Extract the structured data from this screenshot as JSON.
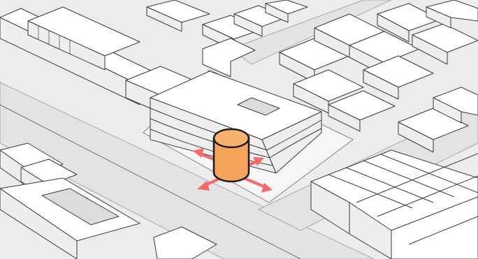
{
  "diagram": {
    "kind": "isometric-urban-massing",
    "colors": {
      "background": "#ececec",
      "road": "#e2e2e2",
      "sidewalk": "#f4f4f4",
      "building": "#ffffff",
      "outline": "#3a3a3a",
      "tower_fill": "#f4a35a",
      "tower_stroke": "#1a1a1a",
      "arrow": "#f26a6a"
    },
    "focal_element": {
      "shape": "cylinder",
      "icon": "cylinder-icon",
      "arrow_directions": [
        "north-east",
        "north-west",
        "south-west",
        "south-east"
      ]
    }
  }
}
